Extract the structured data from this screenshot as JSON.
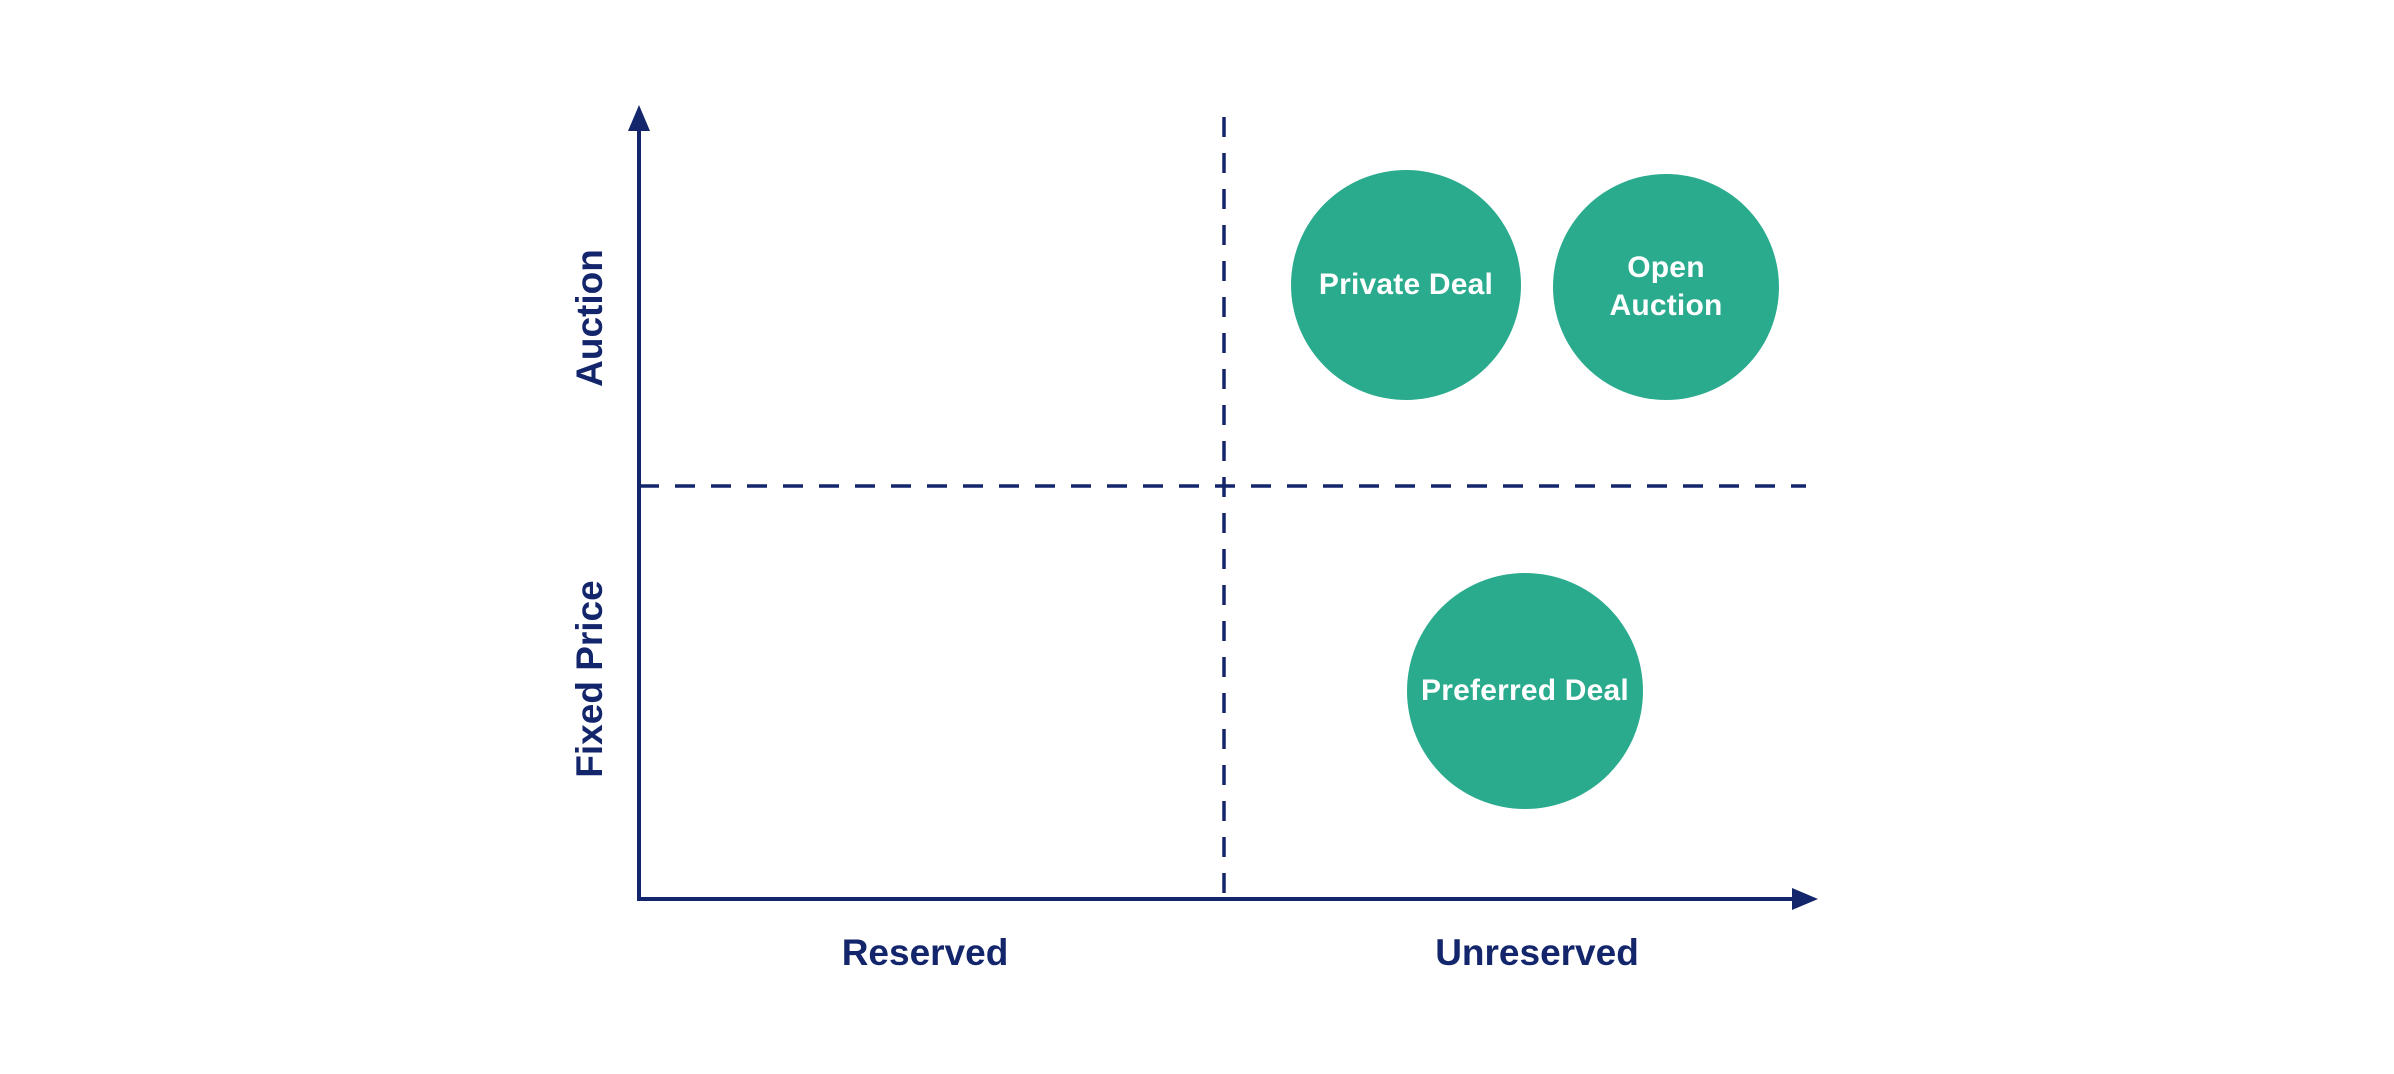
{
  "diagram": {
    "type": "quadrant-matrix",
    "colors": {
      "axis_and_labels": "#13256b",
      "bubble_fill": "#2aab8d",
      "bubble_text": "#ffffff",
      "background": "#ffffff"
    },
    "axes": {
      "y_top_label": "Auction",
      "y_bottom_label": "Fixed Price",
      "x_left_label": "Reserved",
      "x_right_label": "Unreserved"
    },
    "bubbles": [
      {
        "label": "Private Deal",
        "quadrant": "top-right"
      },
      {
        "label": "Open\nAuction",
        "quadrant": "top-right"
      },
      {
        "label": "Preferred Deal",
        "quadrant": "bottom-right"
      }
    ]
  }
}
